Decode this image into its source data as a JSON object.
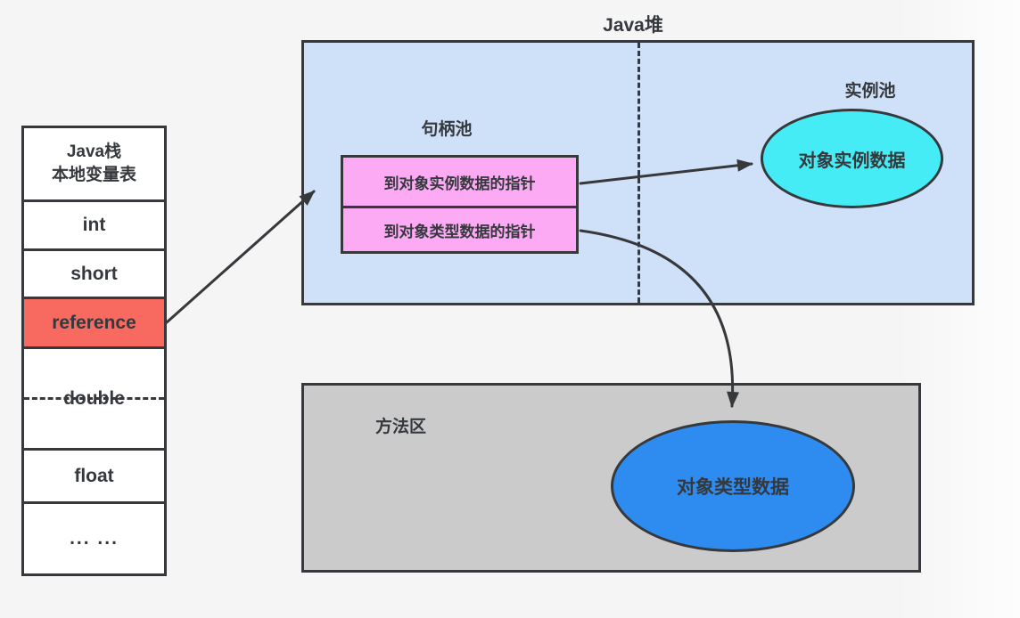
{
  "colors": {
    "page_bg": "#f5f5f6",
    "stroke": "#36383b",
    "text": "#35383c",
    "heap_fill": "#cfe1f8",
    "handle_fill": "#fbaaf3",
    "instance_fill": "#45ecf5",
    "type_fill": "#2e8cf0",
    "method_fill": "#cbcbcb",
    "reference_fill": "#f8695f",
    "cell_fill": "#ffffff"
  },
  "stack": {
    "title_line1": "Java栈",
    "title_line2": "本地变量表",
    "rows": [
      {
        "label": "int"
      },
      {
        "label": "short"
      },
      {
        "label": "reference"
      },
      {
        "label": "double"
      },
      {
        "label": "float"
      },
      {
        "label": "... ..."
      }
    ]
  },
  "heap": {
    "title": "Java堆",
    "handle_pool_label": "句柄池",
    "instance_pool_label": "实例池",
    "handle_rows": [
      "到对象实例数据的指针",
      "到对象类型数据的指针"
    ],
    "instance_ellipse_label": "对象实例数据"
  },
  "method_area": {
    "label": "方法区",
    "type_ellipse_label": "对象类型数据"
  }
}
